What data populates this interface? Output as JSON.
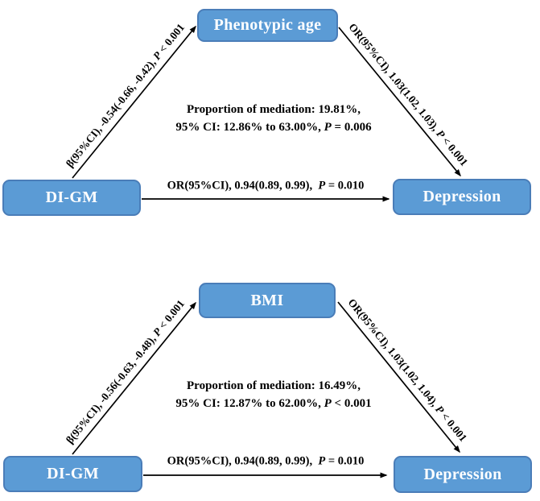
{
  "figure": {
    "background_color": "#ffffff",
    "box_fill_color": "#5b9bd5",
    "box_border_color": "#4a7db8",
    "box_text_color": "#ffffff",
    "arrow_color": "#000000"
  },
  "d1": {
    "mediator": "Phenotypic age",
    "exposure": "DI-GM",
    "outcome": "Depression",
    "path_a": {
      "stats": "β(95%CI), -0.54(-0.66, -0.42),",
      "p_symbol": "P",
      "p_value": "< 0.001"
    },
    "path_b": {
      "stats": "OR(95%CI), 1.03(1.02, 1.03),",
      "p_symbol": "P",
      "p_value": "< 0.001"
    },
    "path_c": {
      "stats": "OR(95%CI), 0.94(0.89, 0.99),",
      "p_symbol": "P",
      "p_value": "= 0.010"
    },
    "mediation": {
      "line1": "Proportion of mediation: 19.81%,",
      "line2_stats": "95% CI: 12.86% to 63.00%,",
      "p_symbol": "P",
      "p_value": "= 0.006"
    }
  },
  "d2": {
    "mediator": "BMI",
    "exposure": "DI-GM",
    "outcome": "Depression",
    "path_a": {
      "stats": "β(95%CI), -0.56(-0.63, -0.48),",
      "p_symbol": "P",
      "p_value": "< 0.001"
    },
    "path_b": {
      "stats": "OR(95%CI), 1.03(1.02, 1.04),",
      "p_symbol": "P",
      "p_value": "< 0.001"
    },
    "path_c": {
      "stats": "OR(95%CI), 0.94(0.89, 0.99),",
      "p_symbol": "P",
      "p_value": "= 0.010"
    },
    "mediation": {
      "line1": "Proportion of mediation: 16.49%,",
      "line2_stats": "95% CI: 12.87% to 62.00%,",
      "p_symbol": "P",
      "p_value": "< 0.001"
    }
  }
}
